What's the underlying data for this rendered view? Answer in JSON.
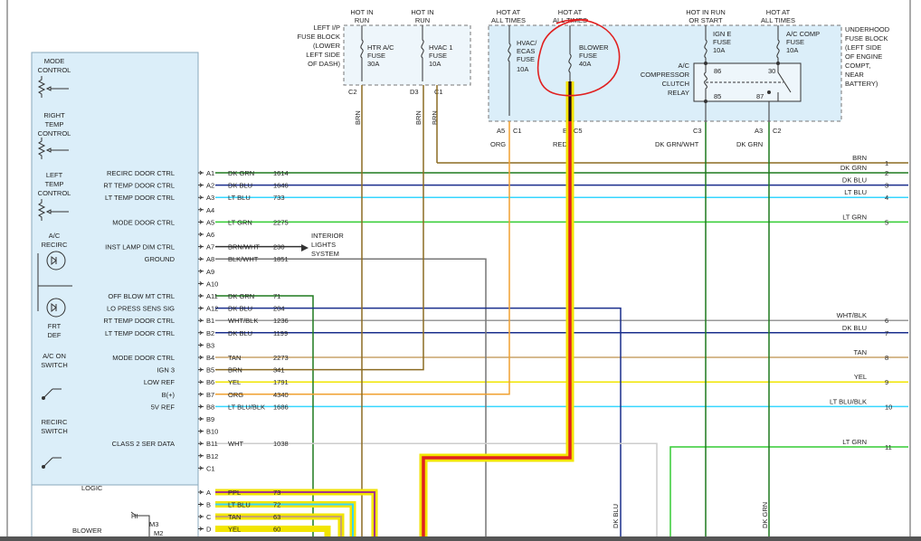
{
  "fuse_blocks": {
    "ip_label": [
      "LEFT I/P",
      "FUSE BLOCK",
      "(LOWER",
      "LEFT SIDE",
      "OF DASH)"
    ],
    "underhood_label": [
      "UNDERHOOD",
      "FUSE BLOCK",
      "(LEFT SIDE",
      "OF ENGINE",
      "COMPT,",
      "NEAR",
      "BATTERY)"
    ]
  },
  "power_headers": {
    "htr": [
      "HOT IN",
      "RUN"
    ],
    "hvac1": [
      "HOT IN",
      "RUN"
    ],
    "ecas": [
      "HOT AT",
      "ALL TIMES"
    ],
    "blower": [
      "HOT AT",
      "ALL TIMES"
    ],
    "igne": [
      "HOT IN RUN",
      "OR START"
    ],
    "acc": [
      "HOT AT",
      "ALL TIMES"
    ]
  },
  "fuses": {
    "htr": [
      "HTR A/C",
      "FUSE",
      "30A"
    ],
    "hvac1": [
      "HVAC 1",
      "FUSE",
      "10A"
    ],
    "ecas": [
      "HVAC/",
      "ECAS",
      "FUSE",
      "10A"
    ],
    "blower": [
      "BLOWER",
      "FUSE",
      "40A"
    ],
    "igne": [
      "IGN E",
      "FUSE",
      "10A"
    ],
    "acc": [
      "A/C COMP",
      "FUSE",
      "10A"
    ]
  },
  "relay": {
    "label": [
      "A/C",
      "COMPRESSOR",
      "CLUTCH",
      "RELAY"
    ],
    "pins": [
      "86",
      "30",
      "85",
      "87"
    ]
  },
  "connectors": {
    "c2": "C2",
    "d3": "D3",
    "c1a": "C1",
    "a5": "A5",
    "c1b": "C1",
    "b": "B",
    "c5": "C5",
    "c3": "C3",
    "a3": "A3",
    "c2b": "C2"
  },
  "wire_colors_top": {
    "htr": "BRN",
    "hvac1": "BRN",
    "d3": "BRN",
    "ecas": "ORG",
    "blower": "RED",
    "igne": "DK GRN/WHT",
    "acc": "DK GRN"
  },
  "control_module": {
    "controls": [
      [
        "MODE",
        "CONTROL"
      ],
      [
        "RIGHT",
        "TEMP",
        "CONTROL"
      ],
      [
        "LEFT",
        "TEMP",
        "CONTROL"
      ],
      [
        "A/C",
        "RECIRC"
      ],
      [
        "FRT",
        "DEF"
      ],
      [
        "A/C ON",
        "SWITCH"
      ],
      [
        "RECIRC",
        "SWITCH"
      ]
    ],
    "logic": "LOGIC",
    "blower_label": "BLOWER",
    "hi": "HI",
    "m3": "M3",
    "m2": "M2"
  },
  "circuits": [
    {
      "func": "RECIRC DOOR CTRL",
      "pin": "A1",
      "color": "DK GRN",
      "num": "1614",
      "out": "DK GRN",
      "idx": "2"
    },
    {
      "func": "RT TEMP DOOR CTRL",
      "pin": "A2",
      "color": "DK BLU",
      "num": "1646",
      "out": "DK BLU",
      "idx": "3"
    },
    {
      "func": "LT TEMP DOOR CTRL",
      "pin": "A3",
      "color": "LT BLU",
      "num": "733",
      "out": "LT BLU",
      "idx": "4"
    },
    {
      "func": "",
      "pin": "A4",
      "color": "",
      "num": "",
      "out": "",
      "idx": ""
    },
    {
      "func": "MODE DOOR CTRL",
      "pin": "A5",
      "color": "LT GRN",
      "num": "2275",
      "out": "LT GRN",
      "idx": "5"
    },
    {
      "func": "",
      "pin": "A6",
      "color": "",
      "num": "",
      "out": "",
      "idx": ""
    },
    {
      "func": "INST LAMP DIM CTRL",
      "pin": "A7",
      "color": "BRN/WHT",
      "num": "230",
      "out": "",
      "idx": ""
    },
    {
      "func": "GROUND",
      "pin": "A8",
      "color": "BLK/WHT",
      "num": "1851",
      "out": "",
      "idx": ""
    },
    {
      "func": "",
      "pin": "A9",
      "color": "",
      "num": "",
      "out": "",
      "idx": ""
    },
    {
      "func": "",
      "pin": "A10",
      "color": "",
      "num": "",
      "out": "",
      "idx": ""
    },
    {
      "func": "OFF BLOW MT CTRL",
      "pin": "A11",
      "color": "DK GRN",
      "num": "71",
      "out": "",
      "idx": ""
    },
    {
      "func": "LO PRESS SENS SIG",
      "pin": "A12",
      "color": "DK BLU",
      "num": "204",
      "out": "",
      "idx": ""
    },
    {
      "func": "RT TEMP DOOR CTRL",
      "pin": "B1",
      "color": "WHT/BLK",
      "num": "1236",
      "out": "WHT/BLK",
      "idx": "6"
    },
    {
      "func": "LT TEMP DOOR CTRL",
      "pin": "B2",
      "color": "DK BLU",
      "num": "1199",
      "out": "DK BLU",
      "idx": "7"
    },
    {
      "func": "",
      "pin": "B3",
      "color": "",
      "num": "",
      "out": "",
      "idx": ""
    },
    {
      "func": "MODE DOOR CTRL",
      "pin": "B4",
      "color": "TAN",
      "num": "2273",
      "out": "TAN",
      "idx": "8"
    },
    {
      "func": "IGN 3",
      "pin": "B5",
      "color": "BRN",
      "num": "341",
      "out": "",
      "idx": ""
    },
    {
      "func": "LOW REF",
      "pin": "B6",
      "color": "YEL",
      "num": "1791",
      "out": "YEL",
      "idx": "9"
    },
    {
      "func": "B(+)",
      "pin": "B7",
      "color": "ORG",
      "num": "4340",
      "out": "",
      "idx": ""
    },
    {
      "func": "5V REF",
      "pin": "B8",
      "color": "LT BLU/BLK",
      "num": "1686",
      "out": "LT BLU/BLK",
      "idx": "10"
    },
    {
      "func": "",
      "pin": "B9",
      "color": "",
      "num": "",
      "out": "",
      "idx": ""
    },
    {
      "func": "",
      "pin": "B10",
      "color": "",
      "num": "",
      "out": "",
      "idx": ""
    },
    {
      "func": "CLASS 2 SER DATA",
      "pin": "B11",
      "color": "WHT",
      "num": "1038",
      "out": "",
      "idx": ""
    },
    {
      "func": "",
      "pin": "B12",
      "color": "",
      "num": "",
      "out": "",
      "idx": ""
    },
    {
      "func": "",
      "pin": "C1",
      "color": "",
      "num": "",
      "out": "",
      "idx": ""
    }
  ],
  "right_extra": [
    {
      "color": "BRN",
      "idx": "1"
    },
    {
      "color": "LT GRN",
      "idx": "11"
    }
  ],
  "interior_lights": [
    "INTERIOR",
    "LIGHTS",
    "SYSTEM"
  ],
  "blower_conn": [
    {
      "pin": "A",
      "color": "PPL",
      "num": "73"
    },
    {
      "pin": "B",
      "color": "LT BLU",
      "num": "72"
    },
    {
      "pin": "C",
      "color": "TAN",
      "num": "63"
    },
    {
      "pin": "D",
      "color": "YEL",
      "num": "60"
    }
  ],
  "vertical_labels": {
    "dk_blu": "DK BLU",
    "dk_grn": "DK GRN"
  },
  "colors": {
    "box_fill": "#dbeef9",
    "box_stroke": "#8aa8bc",
    "dk_grn": "#1f7a1f",
    "lt_grn": "#33cc33",
    "dk_blu": "#1a2e8c",
    "lt_blu": "#36d6ff",
    "brn": "#8b6b22",
    "tan": "#c8a46a",
    "yel": "#f2e500",
    "org": "#f0a030",
    "red": "#e02020",
    "wht": "#cccccc",
    "ppl": "#a3358c",
    "annotation": "#e02020"
  }
}
